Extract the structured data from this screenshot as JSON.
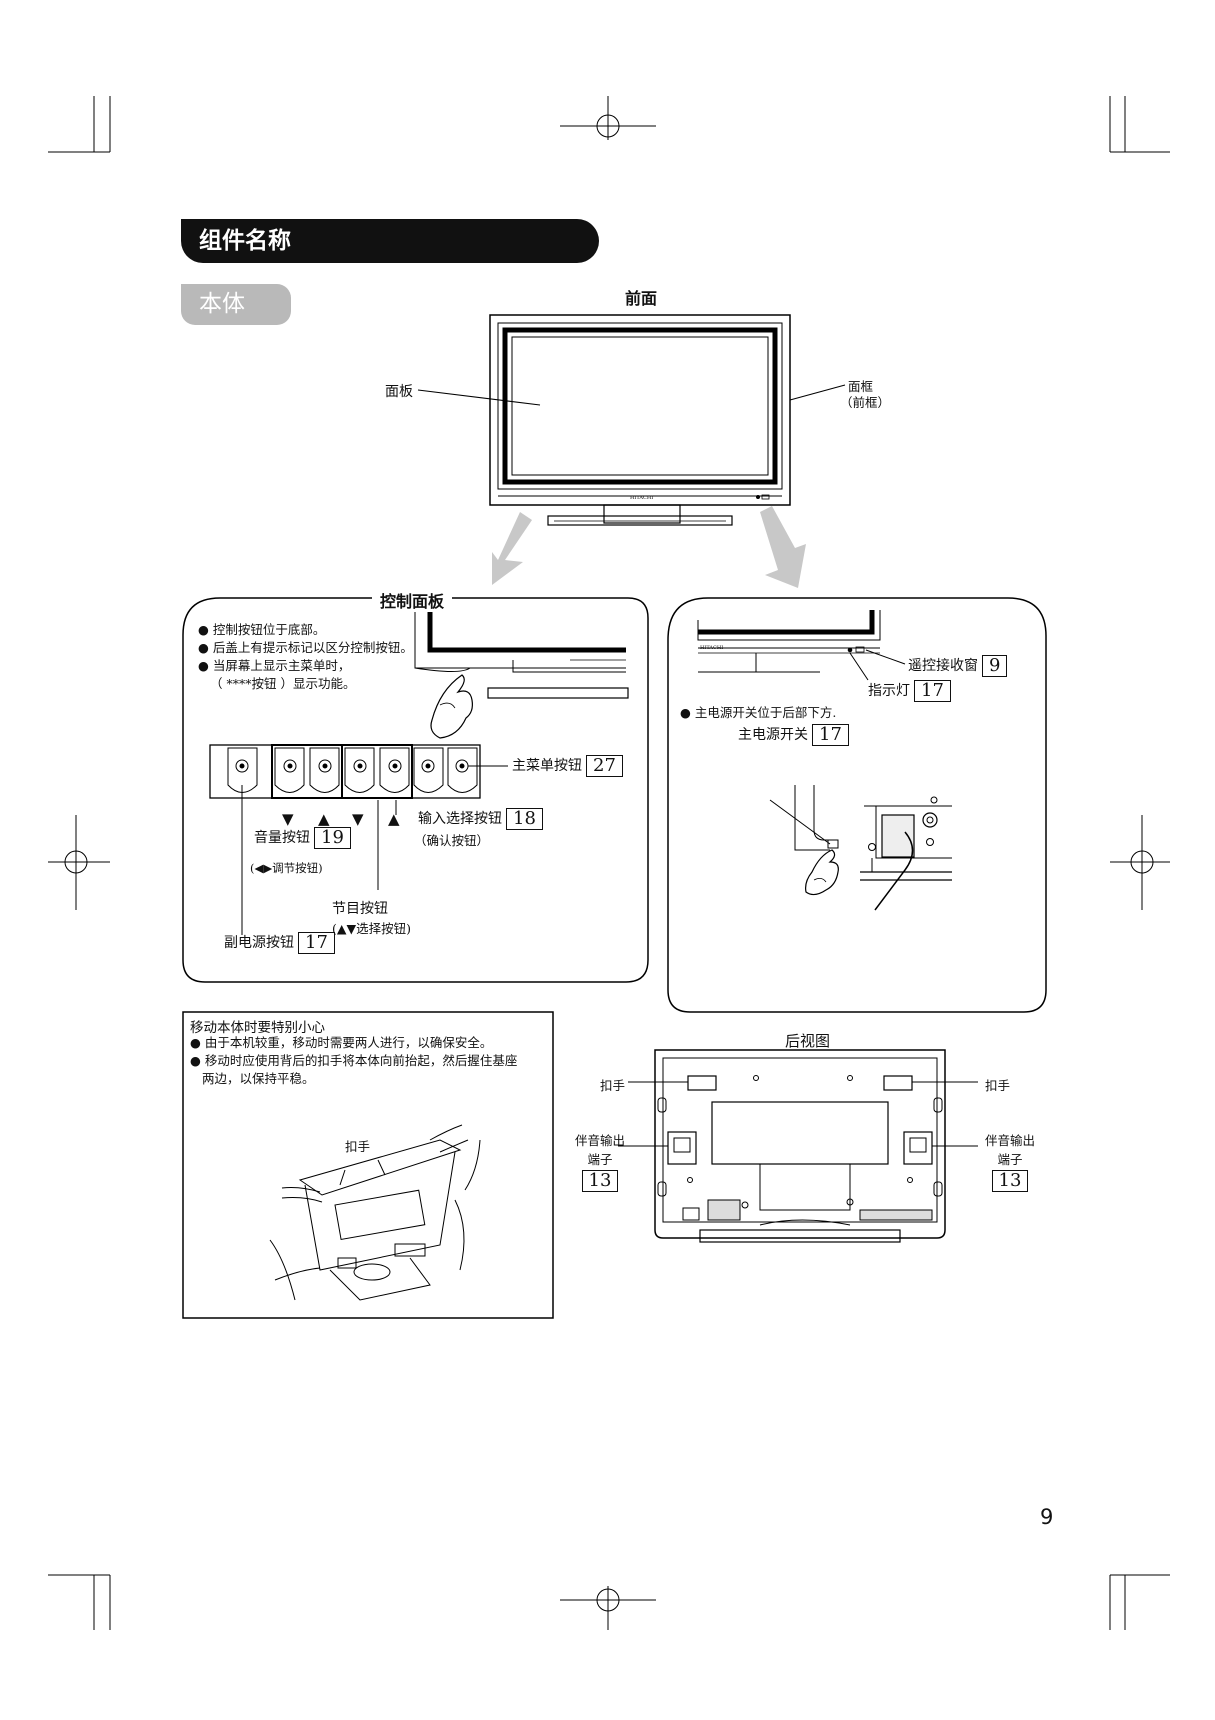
{
  "header": {
    "section_title": "组件名称",
    "subsection_title": "本体"
  },
  "front": {
    "title": "前面",
    "panel_label": "面板",
    "bezel_label": "面框",
    "bezel_sub": "（前框）",
    "brand": "HITACHI"
  },
  "control_panel": {
    "title": "控制面板",
    "notes": [
      "控制按钮位于底部。",
      "后盖上有提示标记以区分控制按钮。",
      "当屏幕上显示主菜单时，",
      "（ ****按钮 ）显示功能。"
    ],
    "buttons": {
      "menu": {
        "label": "主菜单按钮",
        "page": "27"
      },
      "input": {
        "label": "输入选择按钮",
        "page": "18",
        "sub": "（确认按钮）"
      },
      "volume": {
        "label": "音量按钮",
        "page": "19",
        "sub": "(◀▶调节按钮)"
      },
      "channel": {
        "label": "节目按钮",
        "sub": "(▲▼选择按钮)"
      },
      "sub_power": {
        "label": "副电源按钮",
        "page": "17"
      }
    },
    "arrows": [
      "▼",
      "▲",
      "▼",
      "▲"
    ]
  },
  "power_panel": {
    "remote_sensor": {
      "label": "遥控接收窗",
      "page": "9"
    },
    "indicator": {
      "label": "指示灯",
      "page": "17"
    },
    "note": "主电源开关位于后部下方.",
    "main_power": {
      "label": "主电源开关",
      "page": "17"
    },
    "brand": "HITACHI"
  },
  "caution": {
    "title": "移动本体时要特别小心",
    "lines": [
      "由于本机较重，移动时需要两人进行，以确保安全。",
      "移动时应使用背后的扣手将本体向前抬起，然后握住基座",
      "两边，以保持平稳。"
    ],
    "handle_label": "扣手"
  },
  "rear": {
    "title": "后视图",
    "handle_left": "扣手",
    "handle_right": "扣手",
    "audio_left": {
      "line1": "伴音输出",
      "line2": "端子",
      "page": "13"
    },
    "audio_right": {
      "line1": "伴音输出",
      "line2": "端子",
      "page": "13"
    }
  },
  "page_number": "9"
}
